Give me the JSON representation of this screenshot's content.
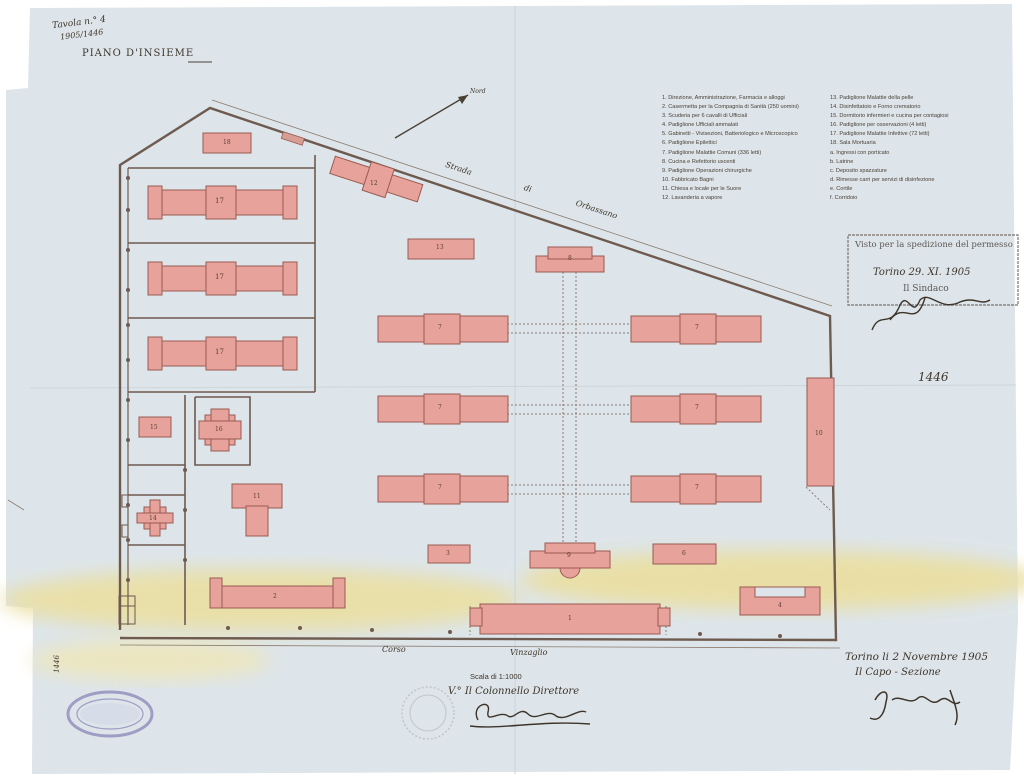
{
  "sheet": {
    "title": "PIANO D'INSIEME",
    "corner_note": [
      "Tavola n.° 4",
      "1905/1446"
    ],
    "north_label": "Nord",
    "scale": "Scala di 1:1000",
    "director_title": "V.° Il Colonnello Direttore",
    "place_date": "Torino li 2 Novembre 1905",
    "section_title": "Il Capo - Sezione",
    "archive_number": "1446",
    "left_margin_note": "1446"
  },
  "streets": {
    "strada": [
      "Strada",
      "di",
      "Orbassano"
    ],
    "corso": [
      "Corso",
      "Vinzaglio"
    ]
  },
  "stamp": {
    "line1": "Visto per la spedizione del permesso",
    "line2": "Torino 29. XI. 1905",
    "line3": "Il Sindaco"
  },
  "legend": {
    "col1": [
      "1. Direzione, Amministrazione, Farmacia e alloggi",
      "2. Casermetta per la Compagnia di Sanità (250 uomini)",
      "3. Scuderia per 6 cavalli di Ufficiali",
      "4. Padiglione Ufficiali ammalati",
      "5. Gabinetti - Vivisezioni, Batteriologico e Microscopico",
      "6. Padiglione Epilettici",
      "7. Padiglione Malattie Comuni (336 letti)",
      "8. Cucina e Refettorio uscenti",
      "9. Padiglione Operazioni chirurgiche",
      "10. Fabbricato Bagni",
      "11. Chiesa e locale per le Suore",
      "12. Lavanderia a vapore"
    ],
    "col2": [
      "13. Padiglione Malattie della pelle",
      "14. Disinfettatoio e Forno crematorio",
      "15. Dormitorio infermieri e cucina per contagiosi",
      "16. Padiglione per osservazioni (4 letti)",
      "17. Padiglione Malattie Infettive (72 letti)",
      "18. Sala Mortuaria",
      "a. Ingressi con porticato",
      "b. Latrine",
      "c. Deposito spazzature",
      "d. Rimesse carri per servizi di disinfezione",
      "e. Cortile",
      "f. Corridoio"
    ]
  },
  "buildings": [
    {
      "id": "18",
      "label": "18"
    },
    {
      "id": "12",
      "label": "12"
    },
    {
      "id": "17a",
      "label": "17"
    },
    {
      "id": "17b",
      "label": "17"
    },
    {
      "id": "17c",
      "label": "17"
    },
    {
      "id": "13",
      "label": "13"
    },
    {
      "id": "8",
      "label": "8"
    },
    {
      "id": "7a",
      "label": "7"
    },
    {
      "id": "7b",
      "label": "7"
    },
    {
      "id": "7c",
      "label": "7"
    },
    {
      "id": "7d",
      "label": "7"
    },
    {
      "id": "7e",
      "label": "7"
    },
    {
      "id": "7f",
      "label": "7"
    },
    {
      "id": "15",
      "label": "15"
    },
    {
      "id": "16",
      "label": "16"
    },
    {
      "id": "11",
      "label": "11"
    },
    {
      "id": "14",
      "label": "14"
    },
    {
      "id": "10",
      "label": "10"
    },
    {
      "id": "3",
      "label": "3"
    },
    {
      "id": "9",
      "label": "9"
    },
    {
      "id": "6",
      "label": "6"
    },
    {
      "id": "2",
      "label": "2"
    },
    {
      "id": "1",
      "label": "1"
    },
    {
      "id": "4",
      "label": "4"
    }
  ],
  "colors": {
    "paper": "#dde5ea",
    "building_fill": "#e7a39b",
    "building_stroke": "#9a5a50",
    "wall": "#6e5a4e",
    "ink": "#3e352a",
    "stain": "#eadfa3",
    "stamp_violet": "#8a86b8"
  }
}
